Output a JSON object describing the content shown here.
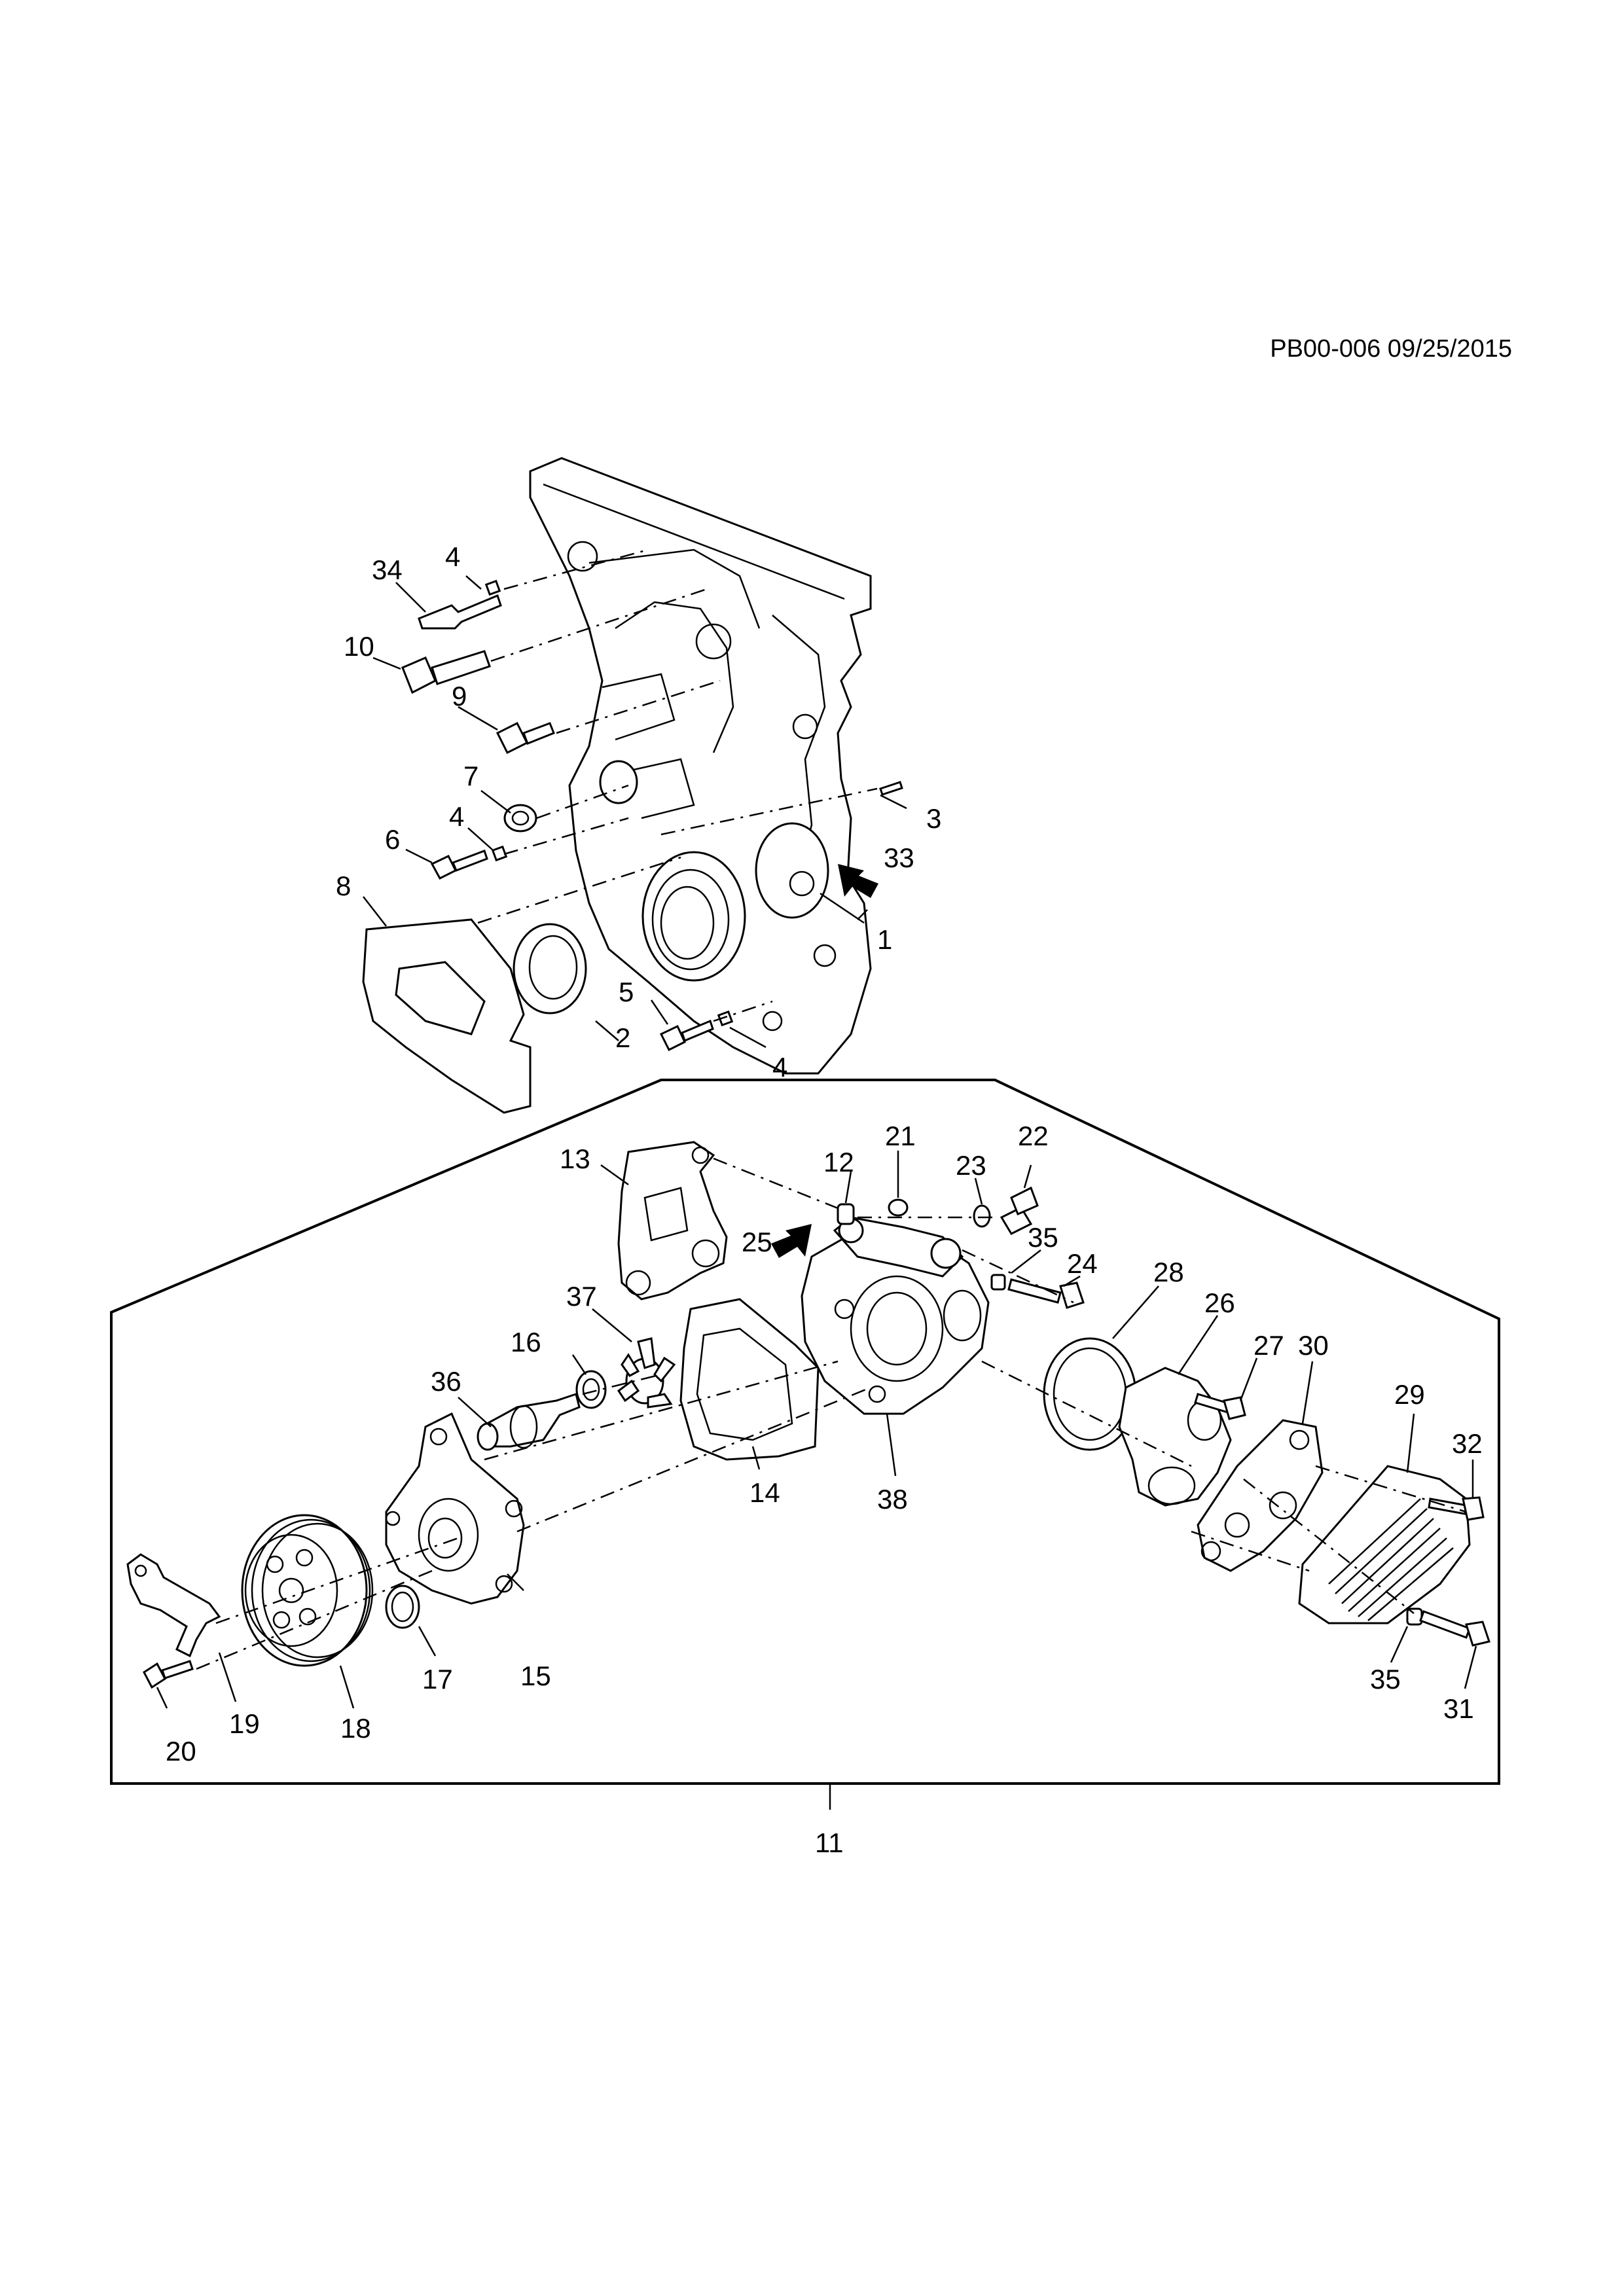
{
  "reference": "PB00-006 09/25/2015",
  "callouts": {
    "c1": "1",
    "c2": "2",
    "c3": "3",
    "c4a": "4",
    "c4b": "4",
    "c4c": "4",
    "c5": "5",
    "c6": "6",
    "c7": "7",
    "c8": "8",
    "c9": "9",
    "c10": "10",
    "c11": "11",
    "c12": "12",
    "c13": "13",
    "c14": "14",
    "c15": "15",
    "c16": "16",
    "c17": "17",
    "c18": "18",
    "c19": "19",
    "c20": "20",
    "c21": "21",
    "c22": "22",
    "c23": "23",
    "c24": "24",
    "c25": "25",
    "c26": "26",
    "c27": "27",
    "c28": "28",
    "c29": "29",
    "c30": "30",
    "c31": "31",
    "c32": "32",
    "c33": "33",
    "c34": "34",
    "c35a": "35",
    "c35b": "35",
    "c36": "36",
    "c37": "37",
    "c38": "38"
  }
}
